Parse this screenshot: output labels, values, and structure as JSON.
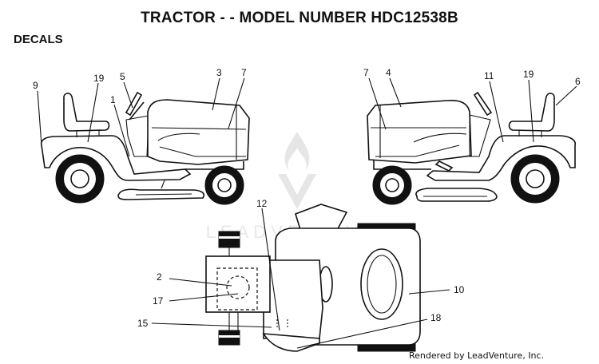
{
  "title": "TRACTOR - - MODEL NUMBER HDC12538B",
  "section": "DECALS",
  "credit": "Rendered by LeadVenture, Inc.",
  "watermark": "LEADVENTURE",
  "callouts": {
    "c9": "9",
    "c19a": "19",
    "c5": "5",
    "c1": "1",
    "c3": "3",
    "c7a": "7",
    "c7b": "7",
    "c4": "4",
    "c11": "11",
    "c19b": "19",
    "c6": "6",
    "c12": "12",
    "c2": "2",
    "c17": "17",
    "c15": "15",
    "c18": "18",
    "c10": "10"
  },
  "colors": {
    "line": "#111111",
    "background": "#ffffff",
    "watermark": "#e4e4e4"
  }
}
